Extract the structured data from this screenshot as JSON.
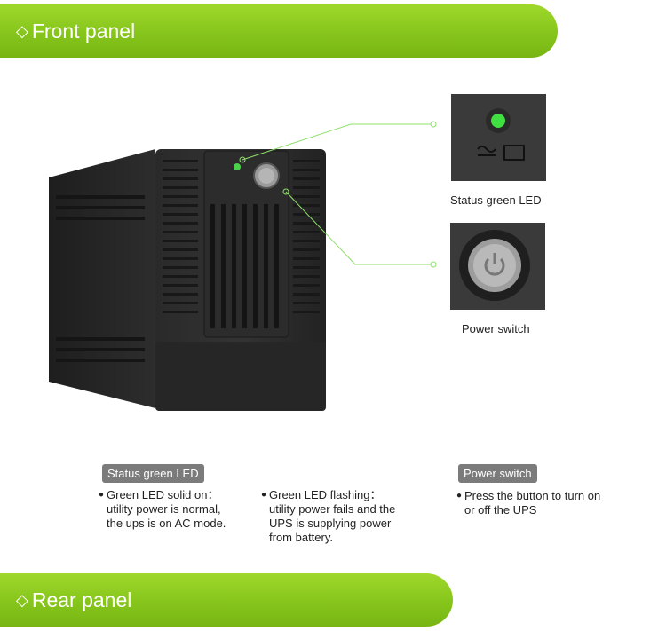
{
  "front_panel": {
    "title": "Front panel"
  },
  "rear_panel": {
    "title": "Rear panel"
  },
  "callouts": {
    "led_caption": "Status green LED",
    "power_caption": "Power switch"
  },
  "sections": {
    "led": {
      "tag": "Status green LED",
      "notes": [
        {
          "lines": [
            "Green LED solid on：",
            "utility power is normal,",
            "the ups is on AC mode."
          ]
        },
        {
          "lines": [
            "Green LED flashing：",
            "utility power fails and the",
            "UPS is supplying power",
            "from battery."
          ]
        }
      ]
    },
    "power": {
      "tag": "Power switch",
      "notes": [
        {
          "lines": [
            "Press the button to turn on",
            "or off the UPS"
          ]
        }
      ]
    }
  },
  "colors": {
    "accent": "#86c51c",
    "line": "#8ee06a"
  },
  "icons": {
    "diamond": "◇",
    "bullet": "●"
  }
}
